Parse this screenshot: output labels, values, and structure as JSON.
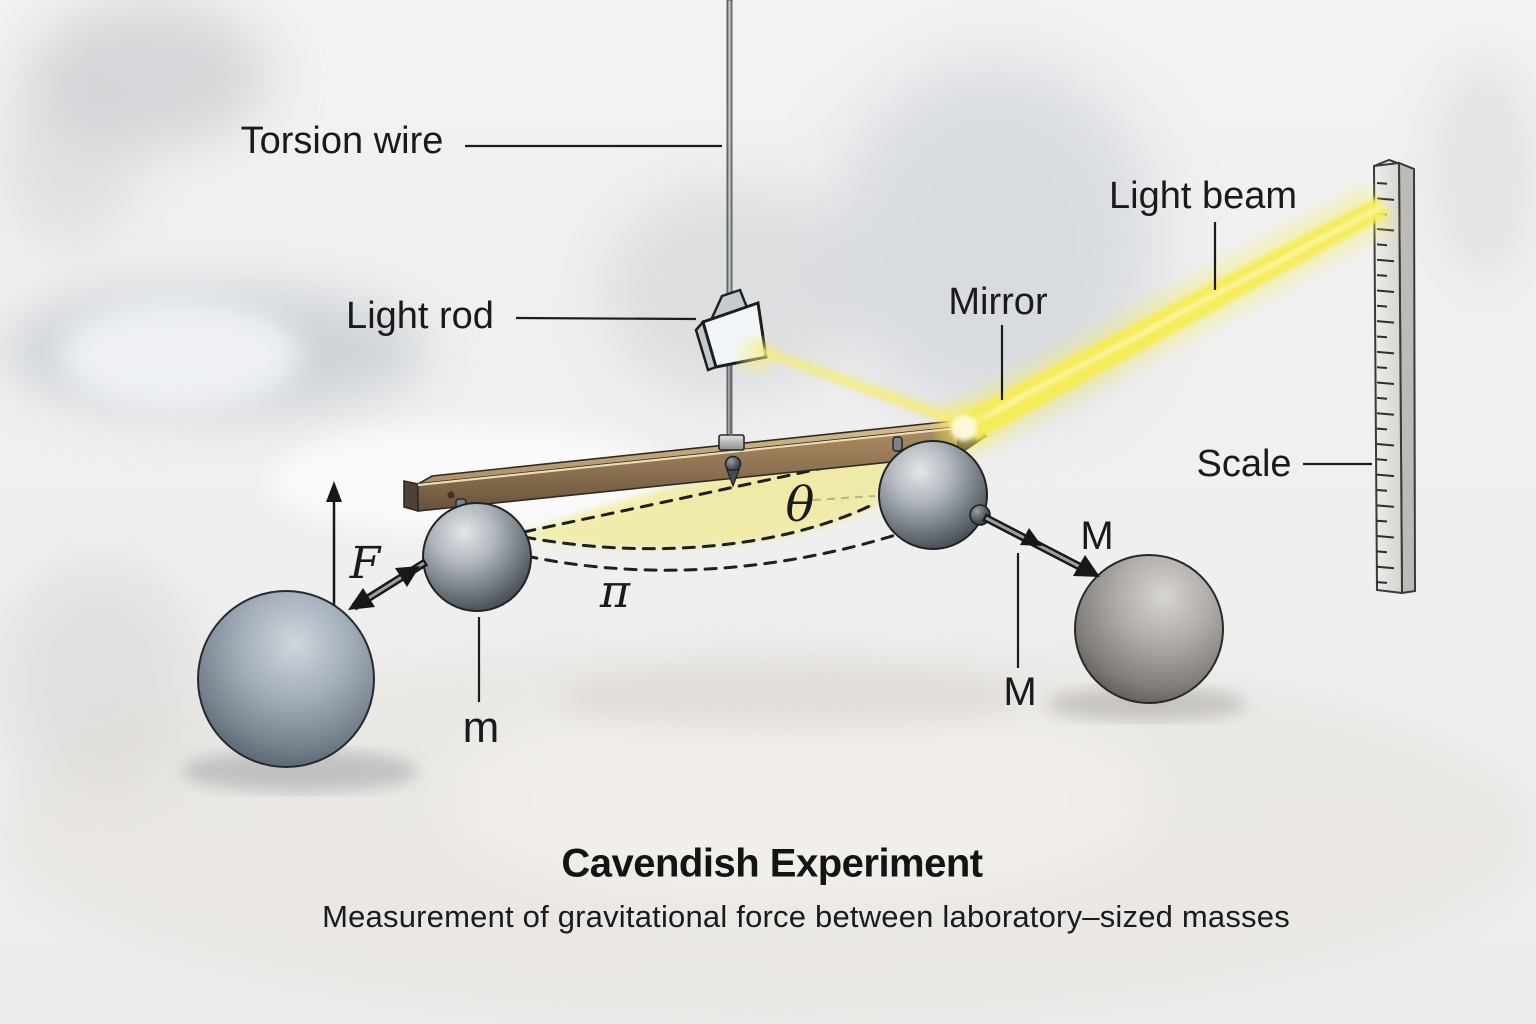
{
  "figure": {
    "title": "Cavendish Experiment",
    "subtitle": "Measurement of gravitational force between laboratory–sized masses"
  },
  "labels": {
    "torsion_wire": "Torsion wire",
    "light_rod": "Light rod",
    "mirror": "Mirror",
    "light_beam": "Light beam",
    "scale": "Scale",
    "force": "F",
    "small_mass": "m",
    "large_mass_upper": "M",
    "large_mass_lower": "M",
    "deflection_angle": "θ",
    "arc_path": "π"
  },
  "theme": {
    "label_color": "#1a1a1a",
    "beam_yellow": "#f6ed55",
    "wedge_yellow": "#f1e765",
    "rod_brown": "#9c7d55",
    "ruler_gray": "#e7e6e1",
    "sphere_gray": "#9aa0a7",
    "background": "#f2f2f3"
  }
}
